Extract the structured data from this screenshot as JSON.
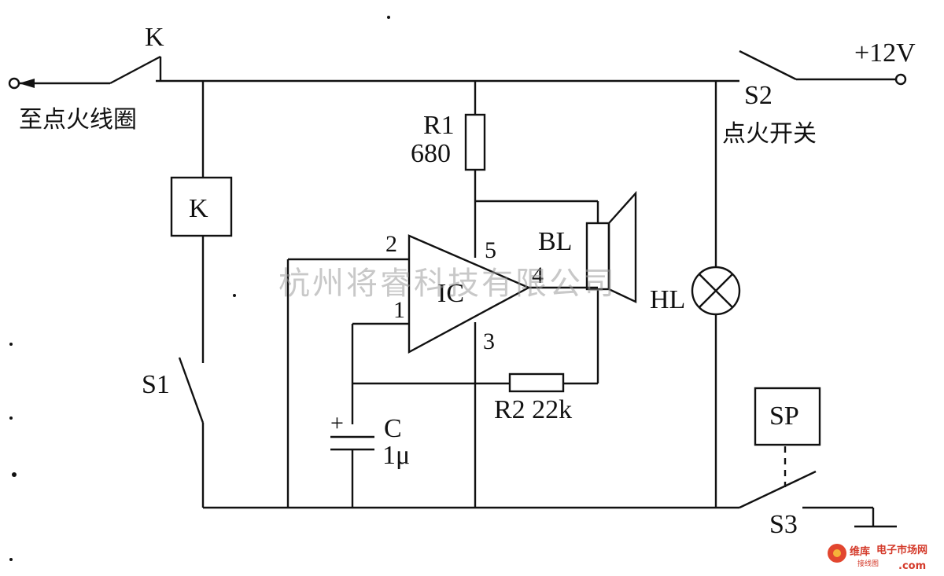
{
  "labels": {
    "k_switch": "K",
    "k_relay": "K",
    "to_ignition_coil": "至点火线圈",
    "plus_12v": "+12V",
    "s2": "S2",
    "ignition_switch": "点火开关",
    "r1": "R1",
    "r1_value": "680",
    "ic": "IC",
    "pin2": "2",
    "pin5": "5",
    "pin4": "4",
    "pin1": "1",
    "pin3": "3",
    "bl": "BL",
    "hl": "HL",
    "s1": "S1",
    "r2": "R2 22k",
    "c": "C",
    "c_value": "1μ",
    "c_plus": "+",
    "sp": "SP",
    "s3": "S3"
  },
  "watermark": "杭州将睿科技有限公司",
  "logo": {
    "brand": "维库",
    "site": "电子市场网",
    "sub": "接线图",
    "domain": ".com"
  }
}
